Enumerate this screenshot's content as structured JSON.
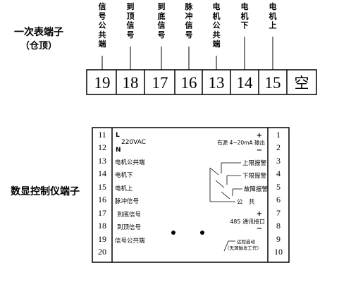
{
  "top_section": {
    "label_line1": "一次表端子",
    "label_line2": "（仓顶）",
    "wire_labels": [
      {
        "id": "w19",
        "text": "信号公共端"
      },
      {
        "id": "w18",
        "text": "到顶信号"
      },
      {
        "id": "w17",
        "text": "到底信号"
      },
      {
        "id": "w16",
        "text": "脉冲信号"
      },
      {
        "id": "w13",
        "text": "电机公共端"
      },
      {
        "id": "w14",
        "text": "电机下"
      },
      {
        "id": "w15",
        "text": "电机上"
      }
    ],
    "terminals": [
      "19",
      "18",
      "17",
      "16",
      "13",
      "14",
      "15",
      "空"
    ]
  },
  "bottom_section": {
    "label": "数显控制仪端子",
    "left_numbers": [
      "11",
      "12",
      "13",
      "14",
      "15",
      "16",
      "17",
      "18",
      "19",
      "20"
    ],
    "right_numbers": [
      "1",
      "2",
      "3",
      "4",
      "5",
      "6",
      "7",
      "8",
      "9",
      "10"
    ],
    "power": {
      "L": "L",
      "voltage": "220VAC",
      "N": "N"
    },
    "left_labels": [
      "电机公共端",
      "电机下",
      "电机上",
      "脉冲信号",
      "到底信号",
      "到顶信号",
      "信号公共端"
    ],
    "output": {
      "plus": "+",
      "text": "有源 4~20mA 输出",
      "minus": "−"
    },
    "alarms": [
      "上限报警",
      "下限报警",
      "故障报警",
      "公　共"
    ],
    "comm": {
      "plus": "+",
      "text": "485 通讯接口",
      "minus": "−"
    },
    "remote": {
      "line1": "远程启动",
      "line2": "（无源触发工作）"
    }
  }
}
